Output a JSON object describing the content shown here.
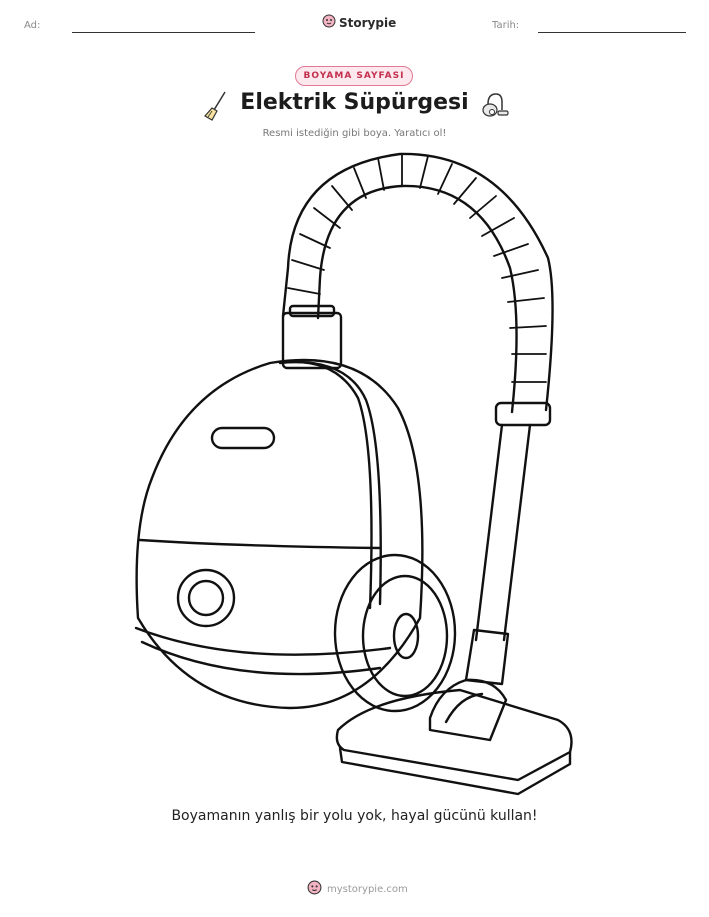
{
  "header": {
    "name_label": "Ad:",
    "date_label": "Tarih:",
    "brand": "Storypie"
  },
  "badge": "BOYAMA SAYFASI",
  "title": "Elektrik Süpürgesi",
  "subtitle": "Resmi istediğin gibi boya. Yaratıcı ol!",
  "footer_note": "Boyamanın yanlış bir yolu yok, hayal gücünü kullan!",
  "site": "mystorypie.com",
  "icons": {
    "brand": "storypie-mascot-icon",
    "left_deco": "broom-icon",
    "right_deco": "vacuum-icon",
    "illustration": "vacuum-cleaner-outline"
  },
  "colors": {
    "badge_border": "#e07a93",
    "badge_fill": "#fde8ee",
    "badge_text": "#c2304e"
  }
}
